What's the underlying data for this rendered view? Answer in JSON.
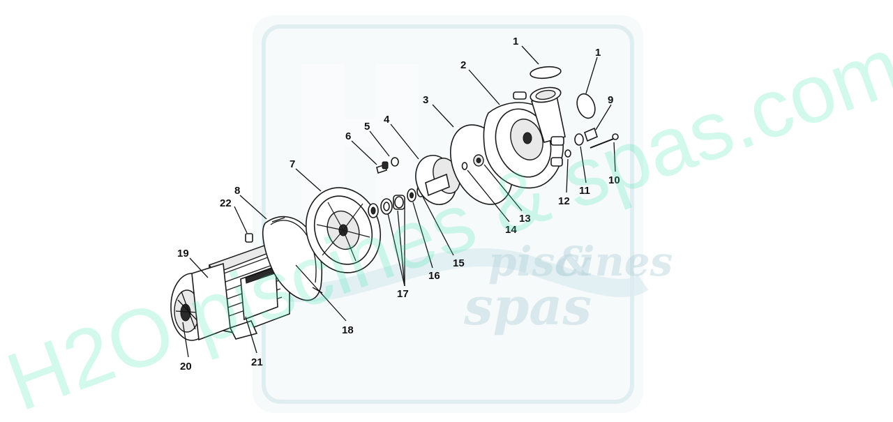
{
  "watermark": {
    "text": "H2O piscines & spas.com",
    "color": "#35e6a9"
  },
  "logo": {
    "word1": "piscines",
    "ampersand": "&",
    "word2": "spas"
  },
  "callouts": [
    {
      "id": "c1a",
      "label": "1"
    },
    {
      "id": "c1b",
      "label": "1"
    },
    {
      "id": "c2",
      "label": "2"
    },
    {
      "id": "c3",
      "label": "3"
    },
    {
      "id": "c4",
      "label": "4"
    },
    {
      "id": "c5",
      "label": "5"
    },
    {
      "id": "c6",
      "label": "6"
    },
    {
      "id": "c7",
      "label": "7"
    },
    {
      "id": "c8",
      "label": "8"
    },
    {
      "id": "c9",
      "label": "9"
    },
    {
      "id": "c10",
      "label": "10"
    },
    {
      "id": "c11",
      "label": "11"
    },
    {
      "id": "c12",
      "label": "12"
    },
    {
      "id": "c13",
      "label": "13"
    },
    {
      "id": "c14",
      "label": "14"
    },
    {
      "id": "c15",
      "label": "15"
    },
    {
      "id": "c16",
      "label": "16"
    },
    {
      "id": "c17",
      "label": "17"
    },
    {
      "id": "c18",
      "label": "18"
    },
    {
      "id": "c19",
      "label": "19"
    },
    {
      "id": "c20",
      "label": "20"
    },
    {
      "id": "c21",
      "label": "21"
    },
    {
      "id": "c22",
      "label": "22"
    }
  ]
}
